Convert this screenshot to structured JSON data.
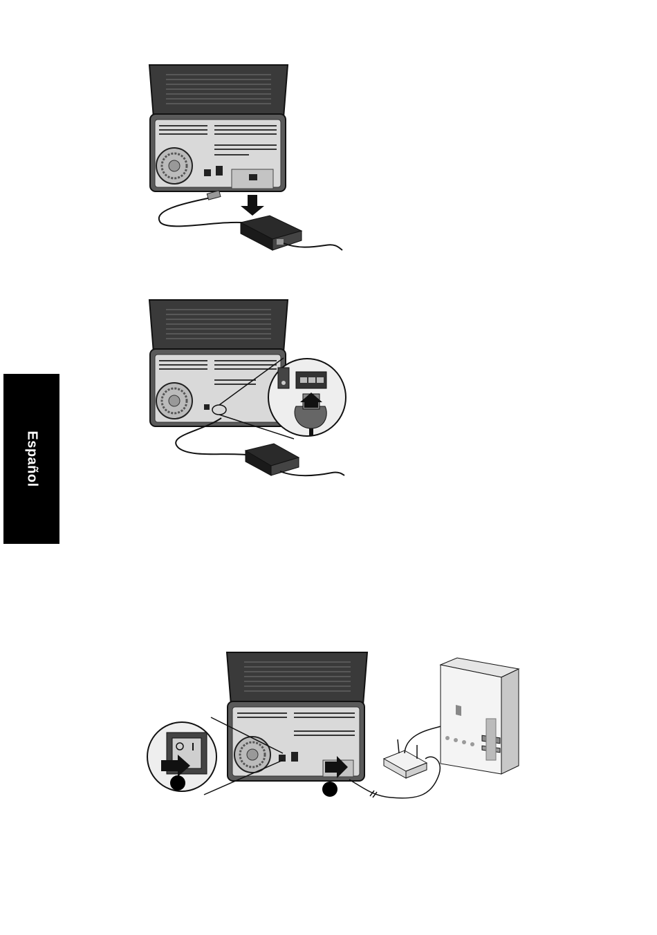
{
  "side_tab": {
    "label": "Español",
    "background": "#000000",
    "text_color": "#ffffff"
  },
  "figures": [
    {
      "id": "power-adapter-connection",
      "callouts": []
    },
    {
      "id": "power-cord-to-scanner",
      "callouts": []
    },
    {
      "id": "power-on-and-network",
      "callouts": [
        "1",
        "2"
      ]
    }
  ]
}
